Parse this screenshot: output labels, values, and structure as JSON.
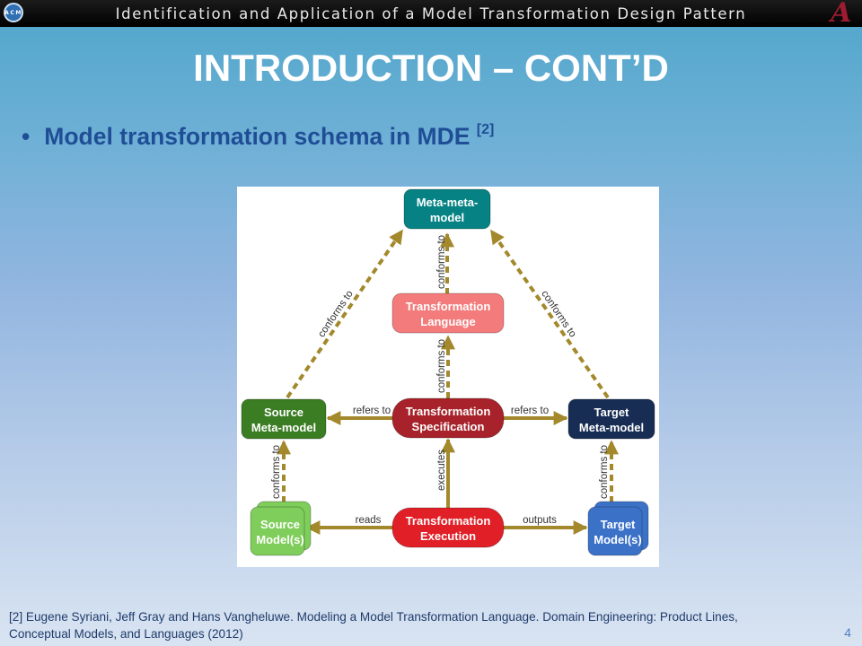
{
  "header": {
    "title": "Identification and Application of a Model Transformation Design Pattern",
    "left_logo_text": "ACM",
    "right_logo_text": "A"
  },
  "slide": {
    "title": "INTRODUCTION – CONT’D",
    "bullet_text": "Model transformation schema in MDE ",
    "bullet_citation": "[2]",
    "page_number": "4"
  },
  "diagram": {
    "nodes": {
      "meta_meta_model": {
        "lines": [
          "Meta-meta-",
          "model"
        ],
        "color": "#068284"
      },
      "transformation_language": {
        "lines": [
          "Transformation",
          "Language"
        ],
        "color": "#f37b7b"
      },
      "source_meta_model": {
        "lines": [
          "Source",
          "Meta-model"
        ],
        "color": "#3b7d23"
      },
      "transformation_specification": {
        "lines": [
          "Transformation",
          "Specification"
        ],
        "color": "#a7222a"
      },
      "target_meta_model": {
        "lines": [
          "Target",
          "Meta-model"
        ],
        "color": "#172d54"
      },
      "source_models": {
        "lines": [
          "Source",
          "Model(s)"
        ],
        "color": "#7fcd5b"
      },
      "transformation_execution": {
        "lines": [
          "Transformation",
          "Execution"
        ],
        "color": "#e11f26"
      },
      "target_models": {
        "lines": [
          "Target",
          "Model(s)"
        ],
        "color": "#3b72c8"
      }
    },
    "edge_labels": {
      "conforms_to": "conforms to",
      "refers_to": "refers to",
      "reads": "reads",
      "executes": "executes",
      "outputs": "outputs"
    },
    "arrow_color": "#a3892c"
  },
  "footer": {
    "reference_line1": "[2] Eugene Syriani, Jeff Gray and Hans Vangheluwe. Modeling a Model Transformation Language. Domain Engineering: Product Lines,",
    "reference_line2": "Conceptual Models, and Languages (2012)"
  }
}
